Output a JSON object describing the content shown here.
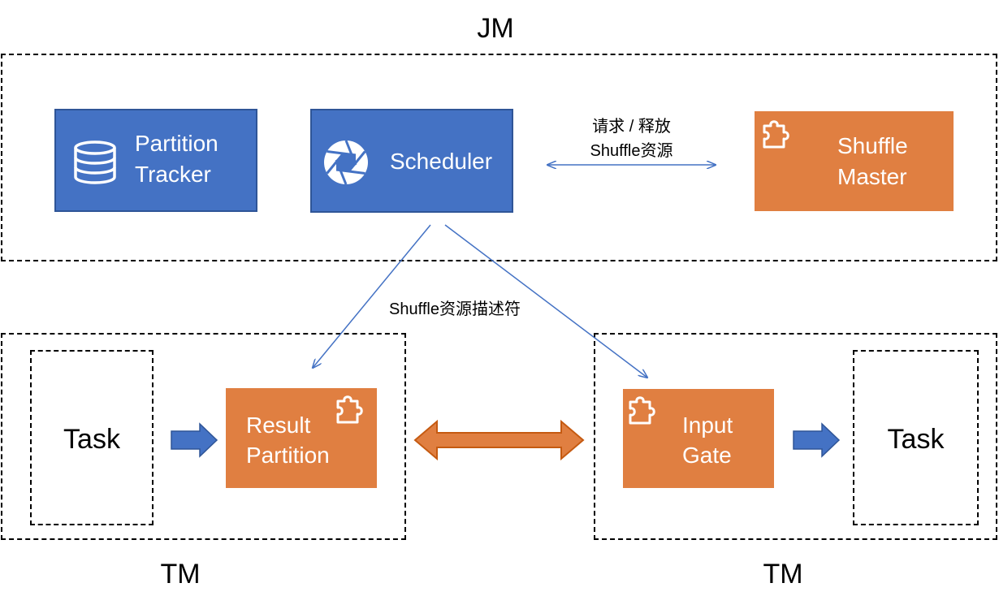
{
  "jm": {
    "label": "JM"
  },
  "partition_tracker": {
    "line1": "Partition",
    "line2": "Tracker",
    "icon": "database-icon"
  },
  "scheduler": {
    "label": "Scheduler",
    "icon": "shutter-icon"
  },
  "shuffle_master": {
    "line1": "Shuffle",
    "line2": "Master",
    "icon": "puzzle-icon"
  },
  "request_release": {
    "line1": "请求 / 释放",
    "line2": "Shuffle资源"
  },
  "descriptor": {
    "label": "Shuffle资源描述符"
  },
  "tm_left": {
    "label": "TM",
    "task": "Task",
    "result_partition": {
      "line1": "Result",
      "line2": "Partition",
      "icon": "puzzle-icon"
    }
  },
  "tm_right": {
    "label": "TM",
    "task": "Task",
    "input_gate": {
      "line1": "Input",
      "line2": "Gate",
      "icon": "puzzle-icon"
    }
  },
  "colors": {
    "blue": "#4472c4",
    "orange": "#e07f41",
    "thin_arrow": "#4472c4"
  }
}
